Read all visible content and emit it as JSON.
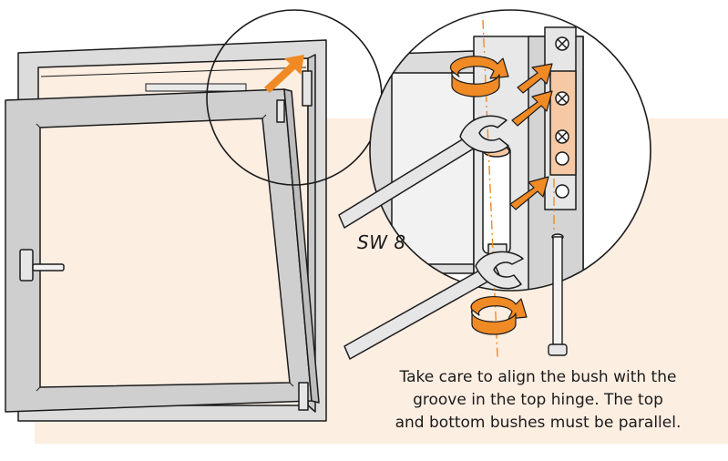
{
  "labels": {
    "wrench_size": "SW 8"
  },
  "caption": {
    "lines": [
      "Take care to align the bush with the",
      "groove in the top hinge. The top",
      "and bottom bushes must be parallel."
    ]
  },
  "colors": {
    "background_panel": "#fdeee2",
    "accent_orange": "#f08a24",
    "frame_gray": "#dcdcdc",
    "sash_gray": "#cfcfcf",
    "glass": "#fdeee2",
    "hinge_plate": "#f6c9a4",
    "outline": "#1b1b1b"
  },
  "icons": [
    "rotate-arrow-icon",
    "push-arrow-icon",
    "wrench-icon",
    "hinge-pin-icon",
    "window-handle-icon"
  ]
}
